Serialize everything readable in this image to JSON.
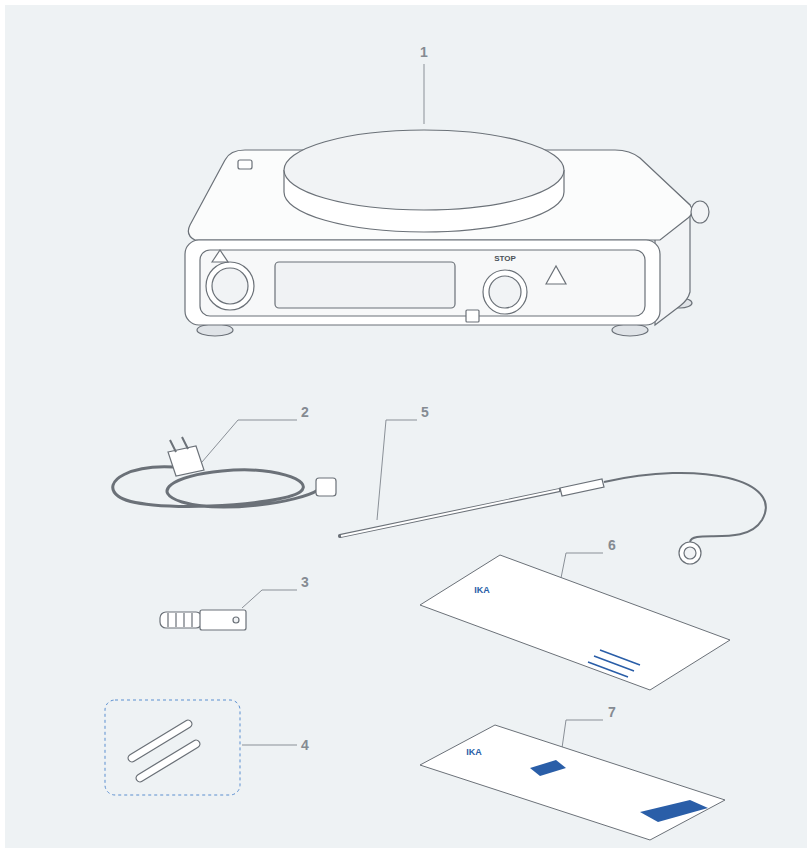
{
  "diagram": {
    "labels": [
      "1",
      "2",
      "3",
      "4",
      "5",
      "6",
      "7",
      "STOP",
      "IKA",
      "IKA"
    ]
  }
}
